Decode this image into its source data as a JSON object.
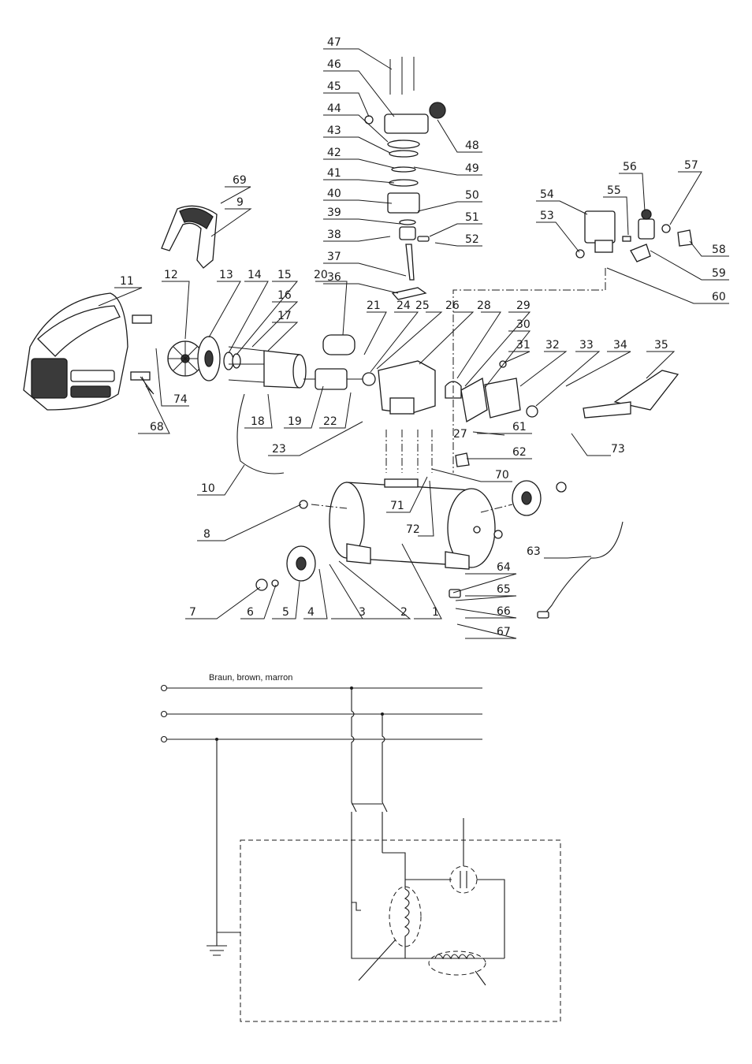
{
  "wiring": {
    "wire_label": "Braun, brown, marron"
  },
  "callouts": [
    {
      "id": "c1",
      "text": "1"
    },
    {
      "id": "c2",
      "text": "2"
    },
    {
      "id": "c3",
      "text": "3"
    },
    {
      "id": "c4",
      "text": "4"
    },
    {
      "id": "c5",
      "text": "5"
    },
    {
      "id": "c6",
      "text": "6"
    },
    {
      "id": "c7",
      "text": "7"
    },
    {
      "id": "c8",
      "text": "8"
    },
    {
      "id": "c9",
      "text": "9"
    },
    {
      "id": "c10",
      "text": "10"
    },
    {
      "id": "c11",
      "text": "11"
    },
    {
      "id": "c12",
      "text": "12"
    },
    {
      "id": "c13",
      "text": "13"
    },
    {
      "id": "c14",
      "text": "14"
    },
    {
      "id": "c15",
      "text": "15"
    },
    {
      "id": "c16",
      "text": "16"
    },
    {
      "id": "c17",
      "text": "17"
    },
    {
      "id": "c18",
      "text": "18"
    },
    {
      "id": "c19",
      "text": "19"
    },
    {
      "id": "c20",
      "text": "20"
    },
    {
      "id": "c21",
      "text": "21"
    },
    {
      "id": "c22",
      "text": "22"
    },
    {
      "id": "c23",
      "text": "23"
    },
    {
      "id": "c24",
      "text": "24"
    },
    {
      "id": "c25",
      "text": "25"
    },
    {
      "id": "c26",
      "text": "26"
    },
    {
      "id": "c27",
      "text": "27"
    },
    {
      "id": "c28",
      "text": "28"
    },
    {
      "id": "c29",
      "text": "29"
    },
    {
      "id": "c30",
      "text": "30"
    },
    {
      "id": "c31",
      "text": "31"
    },
    {
      "id": "c32",
      "text": "32"
    },
    {
      "id": "c33",
      "text": "33"
    },
    {
      "id": "c34",
      "text": "34"
    },
    {
      "id": "c35",
      "text": "35"
    },
    {
      "id": "c36",
      "text": "36"
    },
    {
      "id": "c37",
      "text": "37"
    },
    {
      "id": "c38",
      "text": "38"
    },
    {
      "id": "c39",
      "text": "39"
    },
    {
      "id": "c40",
      "text": "40"
    },
    {
      "id": "c41",
      "text": "41"
    },
    {
      "id": "c42",
      "text": "42"
    },
    {
      "id": "c43",
      "text": "43"
    },
    {
      "id": "c44",
      "text": "44"
    },
    {
      "id": "c45",
      "text": "45"
    },
    {
      "id": "c46",
      "text": "46"
    },
    {
      "id": "c47",
      "text": "47"
    },
    {
      "id": "c48",
      "text": "48"
    },
    {
      "id": "c49",
      "text": "49"
    },
    {
      "id": "c50",
      "text": "50"
    },
    {
      "id": "c51",
      "text": "51"
    },
    {
      "id": "c52",
      "text": "52"
    },
    {
      "id": "c53",
      "text": "53"
    },
    {
      "id": "c54",
      "text": "54"
    },
    {
      "id": "c55",
      "text": "55"
    },
    {
      "id": "c56",
      "text": "56"
    },
    {
      "id": "c57",
      "text": "57"
    },
    {
      "id": "c58",
      "text": "58"
    },
    {
      "id": "c59",
      "text": "59"
    },
    {
      "id": "c60",
      "text": "60"
    },
    {
      "id": "c61",
      "text": "61"
    },
    {
      "id": "c62",
      "text": "62"
    },
    {
      "id": "c63",
      "text": "63"
    },
    {
      "id": "c64",
      "text": "64"
    },
    {
      "id": "c65",
      "text": "65"
    },
    {
      "id": "c66",
      "text": "66"
    },
    {
      "id": "c67",
      "text": "67"
    },
    {
      "id": "c68",
      "text": "68"
    },
    {
      "id": "c69",
      "text": "69"
    },
    {
      "id": "c70",
      "text": "70"
    },
    {
      "id": "c71",
      "text": "71"
    },
    {
      "id": "c72",
      "text": "72"
    },
    {
      "id": "c73",
      "text": "73"
    },
    {
      "id": "c74",
      "text": "74"
    }
  ]
}
